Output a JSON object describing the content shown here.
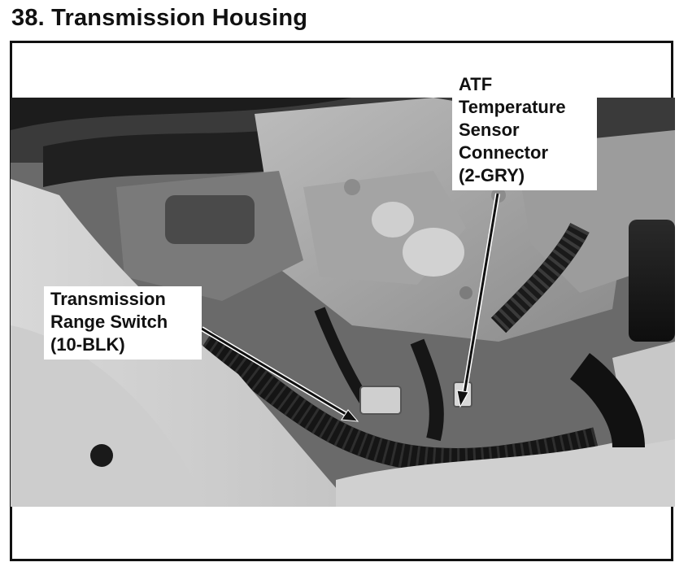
{
  "page": {
    "heading": "38. Transmission Housing"
  },
  "figure": {
    "subject": "engine-bay-photo",
    "callouts": {
      "atf_sensor": {
        "lines": [
          "ATF",
          "Temperature",
          "Sensor",
          "Connector",
          "(2-GRY)"
        ]
      },
      "range_switch": {
        "lines": [
          "Transmission",
          "Range Switch",
          "(10-BLK)"
        ]
      }
    }
  }
}
